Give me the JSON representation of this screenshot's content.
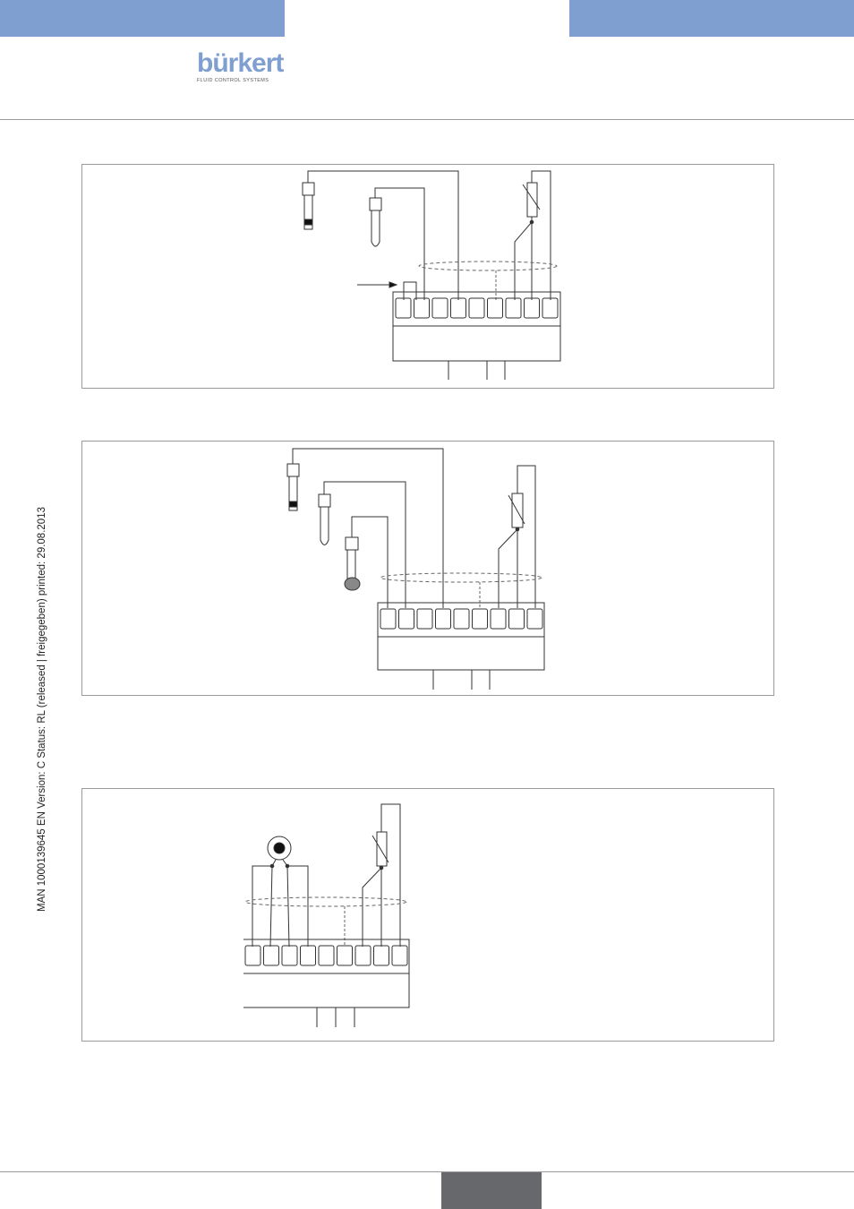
{
  "header": {
    "accent_color": "#7f9fd0",
    "brand": "bürkert",
    "brand_tagline": "FLUID CONTROL SYSTEMS"
  },
  "side_note": "MAN  1000139645  EN  Version: C  Status: RL (released | freigegeben)  printed: 29.08.2013",
  "footer": {
    "tab_color": "#67686b"
  },
  "diagrams": [
    {
      "terminal_count": 9,
      "sensors": [
        "electrode-rod",
        "electrode-glass"
      ],
      "has_arrow": true
    },
    {
      "terminal_count": 9,
      "sensors": [
        "electrode-rod",
        "electrode-glass",
        "electrode-ball"
      ],
      "has_arrow": false
    },
    {
      "terminal_count": 9,
      "sensors": [
        "coaxial-connector"
      ],
      "has_arrow": false
    }
  ]
}
